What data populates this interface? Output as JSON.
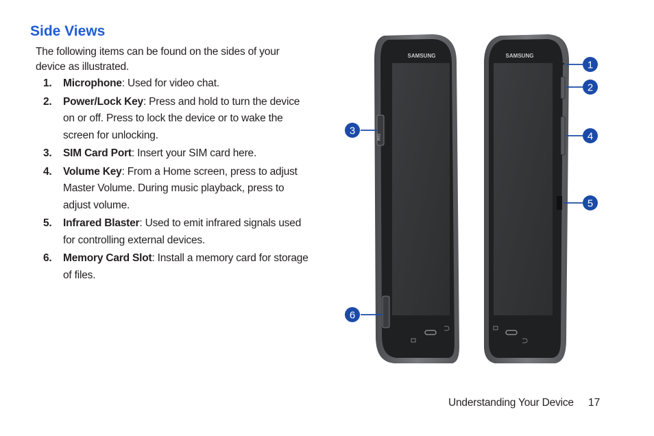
{
  "page": {
    "title": "Side Views",
    "intro": "The following items can be found on the sides of your device as illustrated.",
    "items": [
      {
        "number": "1.",
        "term": "Microphone",
        "description": ": Used for video chat."
      },
      {
        "number": "2.",
        "term": "Power/Lock Key",
        "description": ": Press and hold to turn the device on or off. Press to lock the device or to wake the screen for unlocking."
      },
      {
        "number": "3.",
        "term": "SIM Card Port",
        "description": ": Insert your SIM card here."
      },
      {
        "number": "4.",
        "term": "Volume Key",
        "description": ": From a Home screen, press to adjust Master Volume. During music playback, press to adjust volume."
      },
      {
        "number": "5.",
        "term": "Infrared Blaster",
        "description": ": Used to emit infrared signals used for controlling external devices."
      },
      {
        "number": "6.",
        "term": "Memory Card Slot",
        "description": ": Install a memory card for storage of files."
      }
    ]
  },
  "figure": {
    "brand": "SAMSUNG",
    "sim_label": "SIM",
    "callouts": [
      "1",
      "2",
      "3",
      "4",
      "5",
      "6"
    ],
    "callout_color": "#1b4aa8"
  },
  "footer": {
    "section": "Understanding Your Device",
    "page_number": "17"
  }
}
